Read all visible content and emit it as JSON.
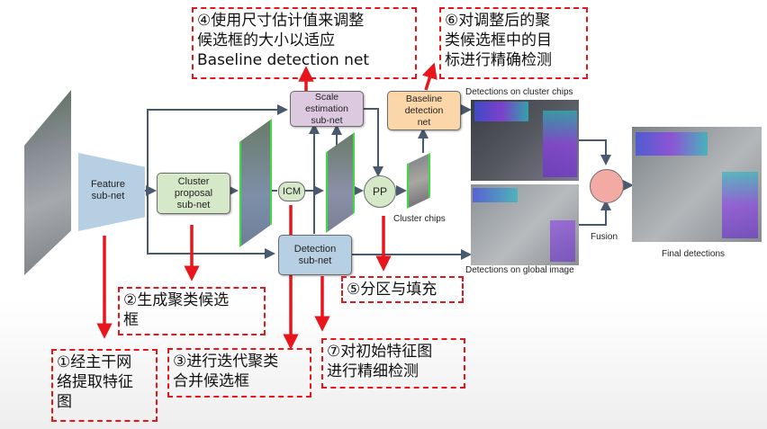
{
  "diagram": {
    "nodes": {
      "feature": "Feature\nsub-net",
      "cluster_proposal": "Cluster\nproposal\nsub-net",
      "icm": "ICM",
      "scale_estimation": "Scale\nestimation\nsub-net",
      "pp": "PP",
      "baseline": "Baseline\ndetection\nnet",
      "detection": "Detection\nsub-net",
      "fusion": ""
    },
    "labels": {
      "cluster_chips": "Cluster chips",
      "detections_cluster": "Detections on cluster chips",
      "detections_global": "Detections on global image",
      "fusion": "Fusion",
      "final": "Final detections"
    },
    "colors": {
      "feature": "#b6cfe3",
      "cluster_proposal": "#d5e8c8",
      "scale": "#dcc9e0",
      "baseline": "#fad6a8",
      "detection": "#b6cfe3",
      "fusion": "#f4aaa4",
      "annotation": "#e8161c",
      "flow_line": "#4a5a6e"
    }
  },
  "annotations": [
    {
      "id": 1,
      "text": "①经主干网\n络提取特征\n图"
    },
    {
      "id": 2,
      "text": "②生成聚类候选\n框"
    },
    {
      "id": 3,
      "text": "③进行迭代聚类\n合并候选框"
    },
    {
      "id": 4,
      "text": "④使用尺寸估计值来调整\n候选框的大小以适应\nBaseline detection net"
    },
    {
      "id": 5,
      "text": "⑤分区与填充"
    },
    {
      "id": 6,
      "text": "⑥对调整后的聚\n类候选框中的目\n标进行精确检测"
    },
    {
      "id": 7,
      "text": "⑦对初始特征图\n进行精细检测"
    }
  ]
}
